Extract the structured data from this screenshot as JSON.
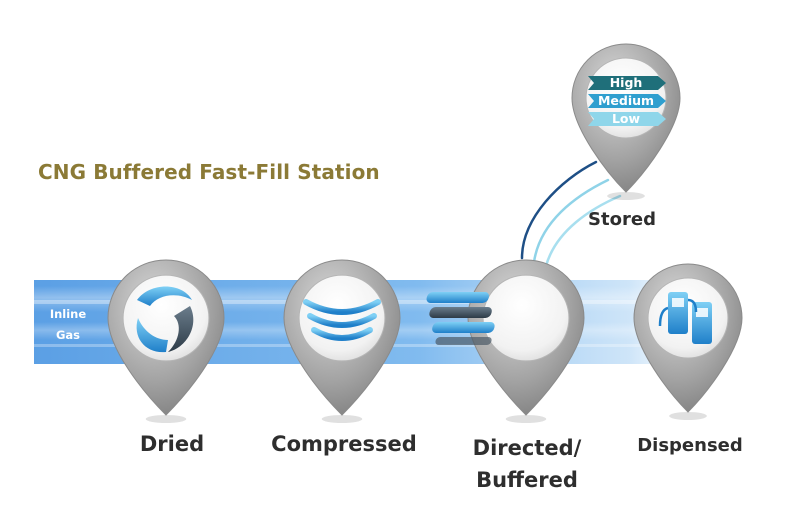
{
  "title": "CNG Buffered Fast-Fill Station",
  "inline_gas": {
    "line1": "Inline",
    "line2": "Gas"
  },
  "stages": [
    {
      "label": "Dried",
      "icon": "swirl-icon"
    },
    {
      "label": "Compressed",
      "icon": "waves-icon"
    },
    {
      "label": "Directed/",
      "label2": "Buffered",
      "icon": "stack-icon"
    },
    {
      "label": "Dispensed",
      "icon": "fuel-pump-icon"
    }
  ],
  "stored": {
    "label": "Stored",
    "tiers": [
      "High",
      "Medium",
      "Low"
    ]
  },
  "colors": {
    "title": "#8b7a36",
    "flow": "#3f8fe0",
    "pin": "#9a9a9a",
    "tier_high": "#1f6f7a",
    "tier_medium": "#2f9fcf",
    "tier_low": "#8fd6ea"
  }
}
